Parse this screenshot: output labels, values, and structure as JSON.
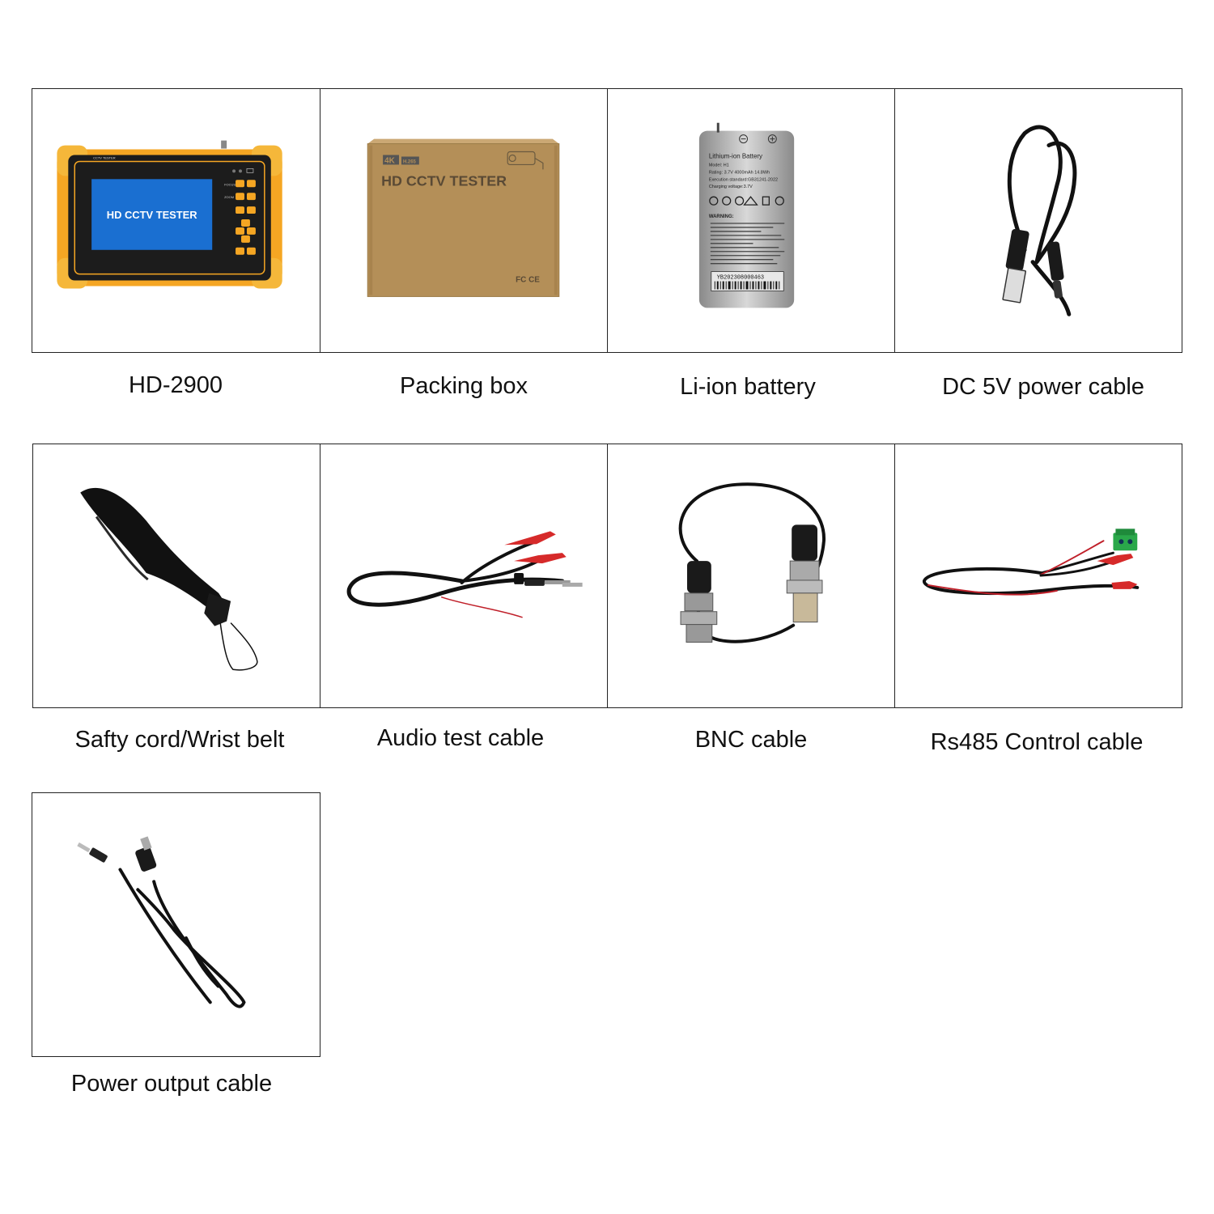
{
  "items": [
    {
      "caption": "HD-2900",
      "image_text": {
        "brand": "CCTV TESTER",
        "screen": "HD CCTV TESTER",
        "focus": "FOCUS",
        "zoom": "ZOOM"
      }
    },
    {
      "caption": "Packing box",
      "image_text": {
        "badge_4k": "4K",
        "badge_codec": "H.265",
        "title": "HD CCTV TESTER",
        "marks": "FC CE"
      }
    },
    {
      "caption": "Li-ion battery",
      "image_text": {
        "title": "Lithium-ion Battery",
        "model": "Model: H1",
        "rating": "Rating: 3.7V 4000mAh 14.8Wh",
        "standard": "Execution standard:GB31241-2022",
        "charging": "Charging voltage:3.7V",
        "warning": "WARNING:",
        "serial": "YB202308000463"
      }
    },
    {
      "caption": "DC 5V power cable"
    },
    {
      "caption": "Safty cord/Wrist belt"
    },
    {
      "caption": "Audio test cable"
    },
    {
      "caption": "BNC cable"
    },
    {
      "caption": "Rs485 Control cable"
    },
    {
      "caption": "Power output cable"
    }
  ]
}
